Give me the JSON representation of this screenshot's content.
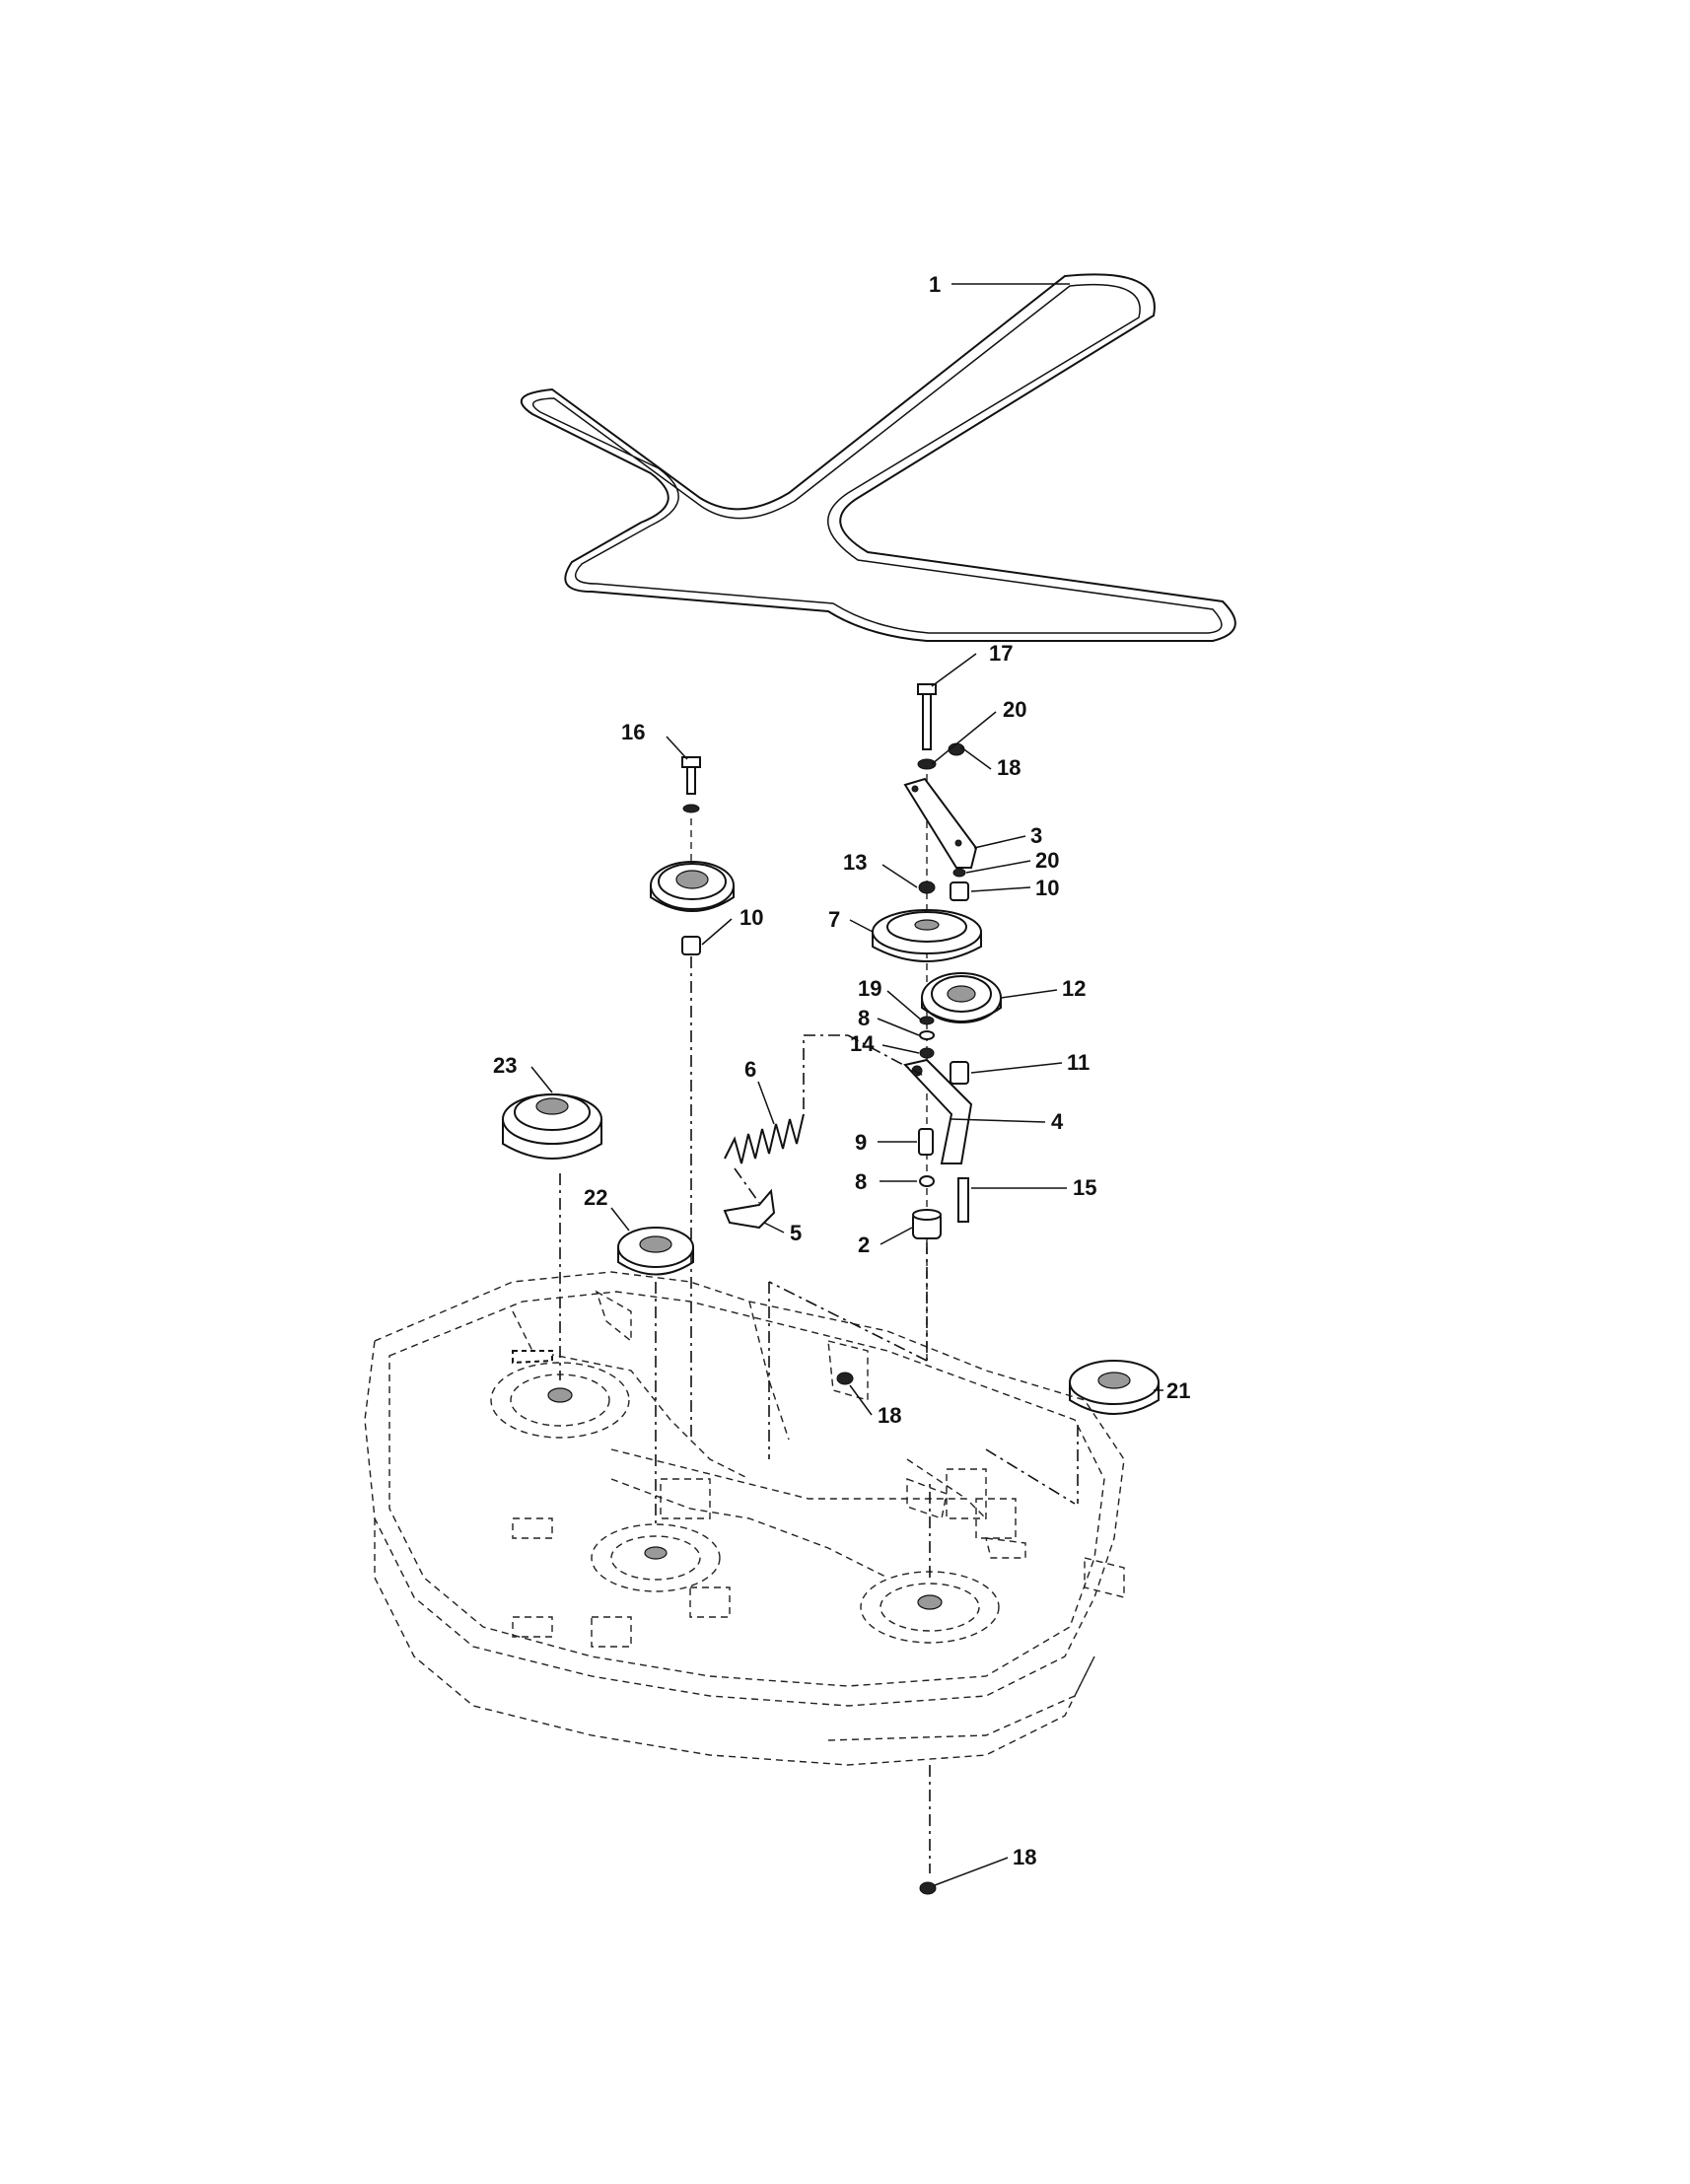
{
  "labels": {
    "p1": "1",
    "p2": "2",
    "p3": "3",
    "p4": "4",
    "p5": "5",
    "p6": "6",
    "p7": "7",
    "p8a": "8",
    "p8b": "8",
    "p9": "9",
    "p10a": "10",
    "p10b": "10",
    "p11": "11",
    "p12": "12",
    "p13": "13",
    "p14": "14",
    "p15": "15",
    "p16": "16",
    "p17": "17",
    "p18a": "18",
    "p18b": "18",
    "p18c": "18",
    "p19": "19",
    "p20a": "20",
    "p20b": "20",
    "p21": "21",
    "p22": "22",
    "p23": "23"
  }
}
